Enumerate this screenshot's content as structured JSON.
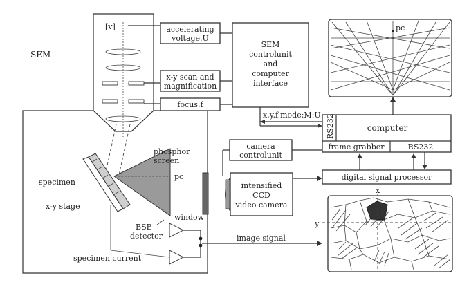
{
  "labels": {
    "sem": "SEM",
    "aperture": "[v]",
    "accelerating_voltage": [
      "accelerating",
      "voltage.U"
    ],
    "xy_scan": [
      "x-y scan and",
      "magnification"
    ],
    "focus": "focus.f",
    "sem_control": [
      "SEM",
      "controlunit",
      "and",
      "computer",
      "interface"
    ],
    "signal_bus": "x,y,f,mode:M:U",
    "rs232_vertical": "RS232",
    "computer": "computer",
    "frame_grabber": "frame grabber",
    "rs232": "RS232",
    "camera_control": [
      "camera",
      "controlunit"
    ],
    "dsp": "digital signal processor",
    "ccd": [
      "intensified",
      "CCD",
      "video camera"
    ],
    "phosphor_screen": [
      "phosphor",
      "screen"
    ],
    "pc_screen": "pc",
    "pc_pattern": "pc",
    "specimen": "specimen",
    "xy_stage": "x-y stage",
    "window": "window",
    "bse_detector": [
      "BSE",
      "detector"
    ],
    "specimen_current": "specimen current",
    "image_signal": "image signal",
    "axis_x": "x",
    "axis_y": "y"
  }
}
